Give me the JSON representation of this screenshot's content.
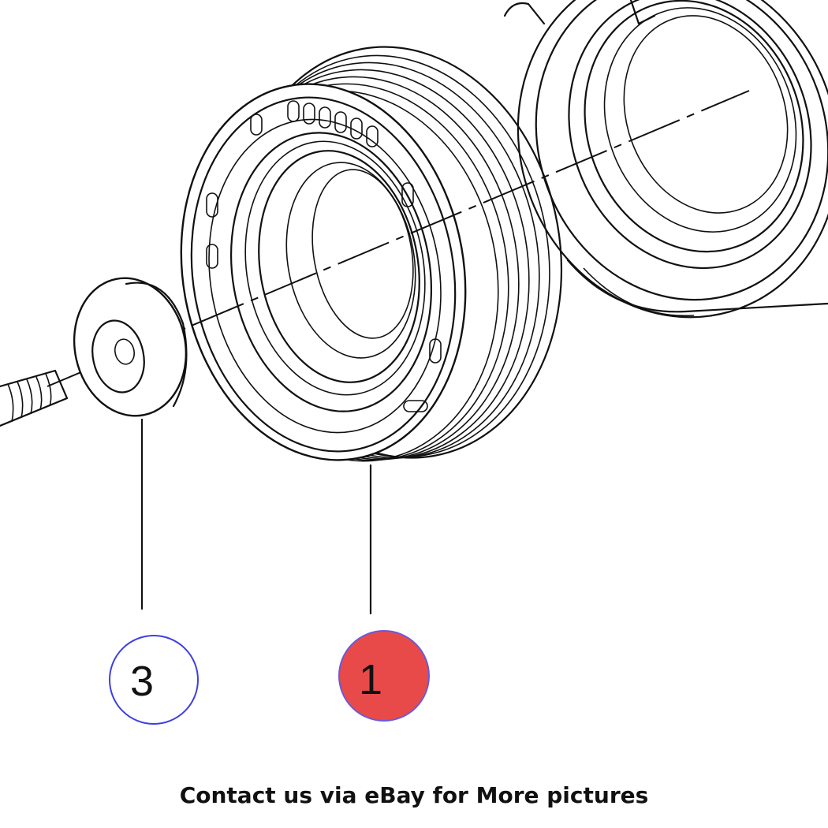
{
  "callouts": [
    {
      "number": "3",
      "fill": "#ffffff",
      "ring": "#3f3fe0",
      "highlighted": false
    },
    {
      "number": "1",
      "fill": "#e84a4a",
      "ring": "#6a5ad8",
      "highlighted": true
    }
  ],
  "footer": {
    "text": "Contact us via eBay for More pictures"
  },
  "colors": {
    "line": "#111111",
    "background": "#ffffff"
  }
}
